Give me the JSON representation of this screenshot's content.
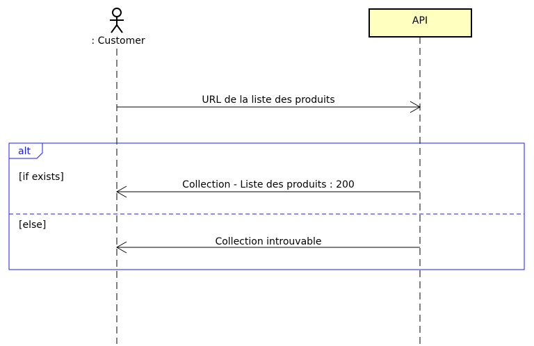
{
  "diagram": {
    "type": "sequence",
    "colors": {
      "fragment": "#1a1aff",
      "participant_fill": "#ffffc0",
      "line": "#000000"
    },
    "actor": {
      "label": ": Customer",
      "icon": "stick-figure-icon"
    },
    "participant": {
      "label": "API"
    },
    "messages": [
      {
        "label": "URL de la liste des produits",
        "from": "Customer",
        "to": "API"
      },
      {
        "label": "Collection - Liste des produits : 200",
        "from": "API",
        "to": "Customer"
      },
      {
        "label": "Collection introuvable",
        "from": "API",
        "to": "Customer"
      }
    ],
    "fragment": {
      "operator": "alt",
      "guards": [
        "[if exists]",
        "[else]"
      ]
    }
  }
}
